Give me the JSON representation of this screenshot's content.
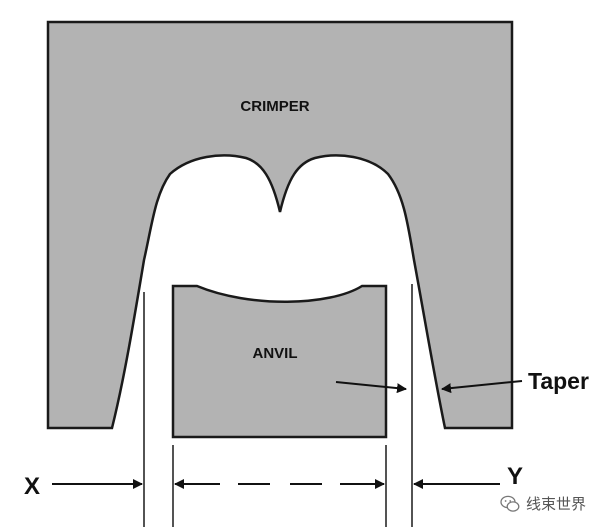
{
  "labels": {
    "crimper": "CRIMPER",
    "anvil": "ANVIL",
    "taper": "Taper",
    "x": "X",
    "y": "Y"
  },
  "watermark": {
    "text": "线束世界",
    "icon": "wechat-icon"
  },
  "colors": {
    "part_fill": "#b3b3b3",
    "outline": "#1a1a1a",
    "background": "#ffffff"
  }
}
